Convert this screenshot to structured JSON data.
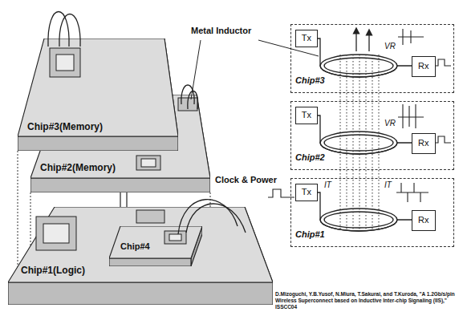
{
  "diagram": {
    "caption": "D.Mizoguchi, Y.B.Yusof, N.Miura, T.Sakurai, and T.Kuroda, \"A 1.2Gb/s/pin Wireless Superconnect based on Inductive Inter-chip Signaling (IIS),\" ISSCC04",
    "nodes": [
      {
        "text": [
          "Chip#3(Memory)"
        ]
      },
      {
        "text": [
          "Chip#2(Memory)"
        ]
      },
      {
        "text": [
          "Chip#1(Logic)"
        ]
      },
      {
        "text": [
          "Chip#4"
        ],
        "in": 2
      },
      {
        "text": [
          "Chip#3"
        ]
      },
      {
        "text": [
          "Tx"
        ],
        "in": 4
      },
      {
        "text": [
          "Rx"
        ],
        "in": 4
      },
      {
        "text": [
          "Chip#2"
        ]
      },
      {
        "text": [
          "Tx"
        ],
        "in": 7
      },
      {
        "text": [
          "Rx"
        ],
        "in": 7
      },
      {
        "text": [
          "Chip#1"
        ]
      },
      {
        "text": [
          "Tx"
        ],
        "in": 10
      },
      {
        "text": [
          "Rx"
        ],
        "in": 10
      }
    ],
    "edges": [
      {
        "from": 5,
        "to": 6,
        "arrow": "none"
      },
      {
        "from": 8,
        "to": 9,
        "arrow": "none"
      },
      {
        "from": 11,
        "to": 12,
        "arrow": "none"
      }
    ],
    "labels": [
      "Metal Inductor",
      "VR",
      "VR",
      "Clock & Power",
      "IT",
      "IT"
    ]
  }
}
